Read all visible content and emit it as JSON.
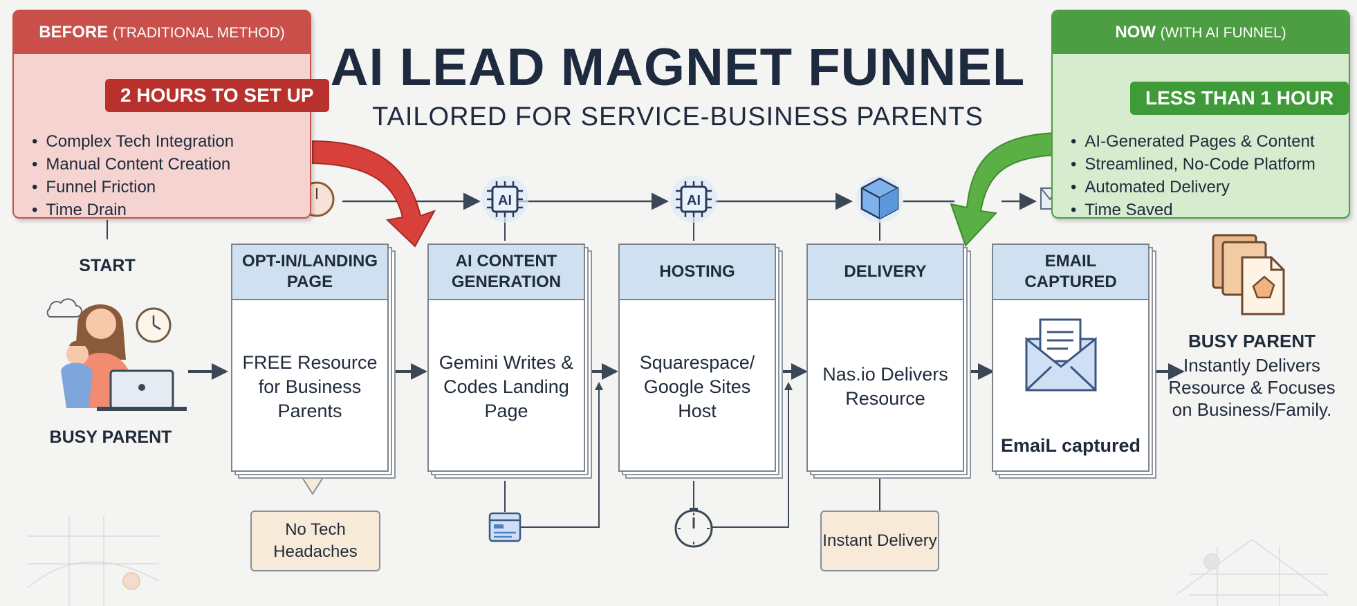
{
  "title": "AI LEAD MAGNET FUNNEL",
  "subtitle": "TAILORED FOR SERVICE-BUSINESS PARENTS",
  "before": {
    "head_main": "BEFORE",
    "head_paren": "(TRADITIONAL METHOD)",
    "pill": "2 HOURS TO SET UP",
    "items": [
      "Complex Tech Integration",
      "Manual Content Creation",
      "Funnel Friction",
      "Time Drain"
    ],
    "accent": "#c9504a"
  },
  "now": {
    "head_main": "NOW",
    "head_paren": "(WITH AI FUNNEL)",
    "pill": "LESS THAN 1 HOUR",
    "items": [
      "AI-Generated Pages & Content",
      "Streamlined, No-Code Platform",
      "Automated Delivery",
      "Time Saved"
    ],
    "accent": "#4d9e43"
  },
  "start": {
    "label": "START",
    "person": "BUSY PARENT"
  },
  "chip_label": "AI",
  "stages": [
    {
      "head": "OPT-IN/LANDING PAGE",
      "body": "FREE Resource for Business Parents"
    },
    {
      "head": "AI CONTENT GENERATION",
      "body": "Gemini Writes & Codes Landing Page"
    },
    {
      "head": "HOSTING",
      "body": "Squarespace/ Google Sites Host"
    },
    {
      "head": "DELIVERY",
      "body": "Nas.io Delivers Resource"
    },
    {
      "head": "EMAIL CAPTURED",
      "body": "EmaiL captured"
    }
  ],
  "notes": {
    "no_tech": "No Tech Headaches",
    "instant": "Instant Delivery"
  },
  "end": {
    "title": "BUSY PARENT",
    "text": "Instantly Delivers Resource & Focuses on Business/Family."
  },
  "icons": {
    "clock": "clock-icon",
    "stopwatch": "stopwatch-icon",
    "chip": "ai-chip-icon",
    "cube": "cube-icon",
    "envelope": "envelope-icon",
    "timer": "timer-icon",
    "browser": "browser-window-icon",
    "documents": "documents-icon"
  }
}
